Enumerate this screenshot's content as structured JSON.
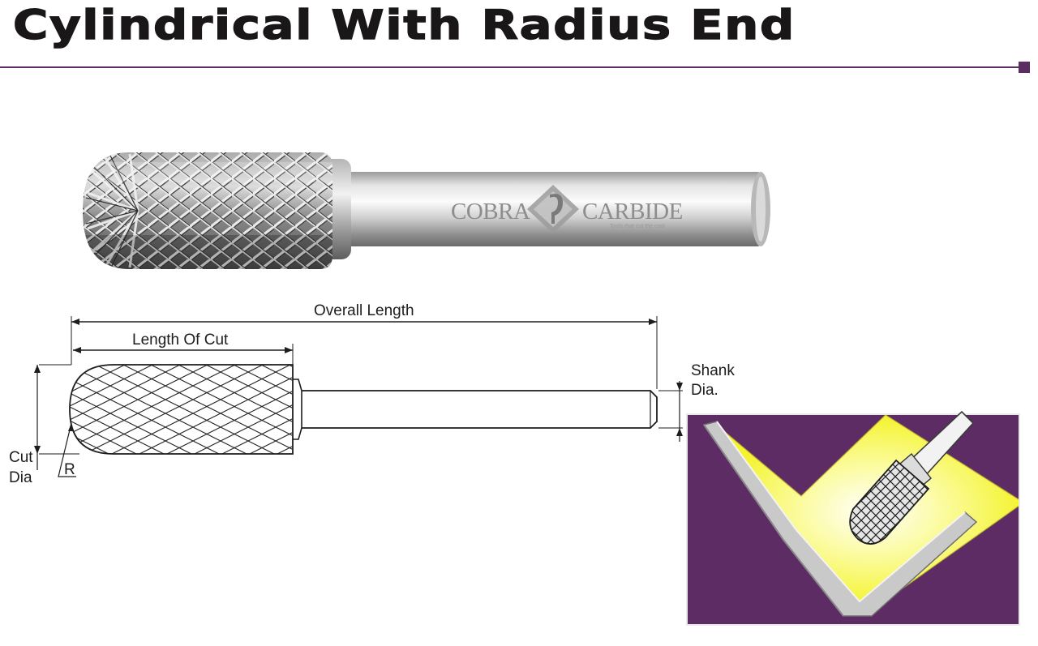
{
  "page": {
    "title": "Cylindrical With Radius End"
  },
  "colors": {
    "accent_purple": "#5c2d62",
    "panel_purple": "#5e2c64",
    "workpiece_yellow": "#f4f32e",
    "steel": "#c9c9c9"
  },
  "photo": {
    "watermark_left": "COBRA",
    "watermark_right": "CARBIDE",
    "watermark_tagline": "Tools that cut the cost"
  },
  "drawing": {
    "overall_length": "Overall Length",
    "length_of_cut": "Length Of Cut",
    "shank_dia_line1": "Shank",
    "shank_dia_line2": "Dia.",
    "cut_dia_line1": "Cut",
    "cut_dia_line2": "Dia",
    "radius": "R"
  },
  "application": {
    "icon": "burr-grinding-inside-corner-icon"
  }
}
